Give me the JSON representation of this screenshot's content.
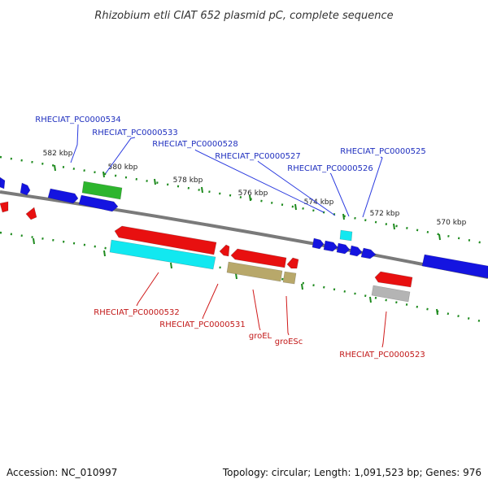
{
  "title": "Rhizobium etli CIAT 652 plasmid pC, complete sequence",
  "footer": {
    "accession": "Accession: NC_010997",
    "info": "Topology: circular; Length: 1,091,523 bp; Genes: 976"
  },
  "ruler": {
    "labels": [
      "582 kbp",
      "580 kbp",
      "578 kbp",
      "576 kbp",
      "574 kbp",
      "572 kbp",
      "570 kbp"
    ]
  },
  "colors": {
    "backbone": "#7a7a7a",
    "blue": "#1414e0",
    "red": "#e81010",
    "green": "#2db52d",
    "cyan": "#12e8f0",
    "olive": "#b8a86a",
    "grey": "#b4b4b4",
    "tick": "#1d8a1d"
  },
  "labels_top": [
    "RHECIAT_PC0000534",
    "RHECIAT_PC0000533",
    "RHECIAT_PC0000528",
    "RHECIAT_PC0000527",
    "RHECIAT_PC0000526",
    "RHECIAT_PC0000525"
  ],
  "labels_bottom": [
    "RHECIAT_PC0000532",
    "RHECIAT_PC0000531",
    "groEL",
    "groESc",
    "RHECIAT_PC0000523"
  ]
}
